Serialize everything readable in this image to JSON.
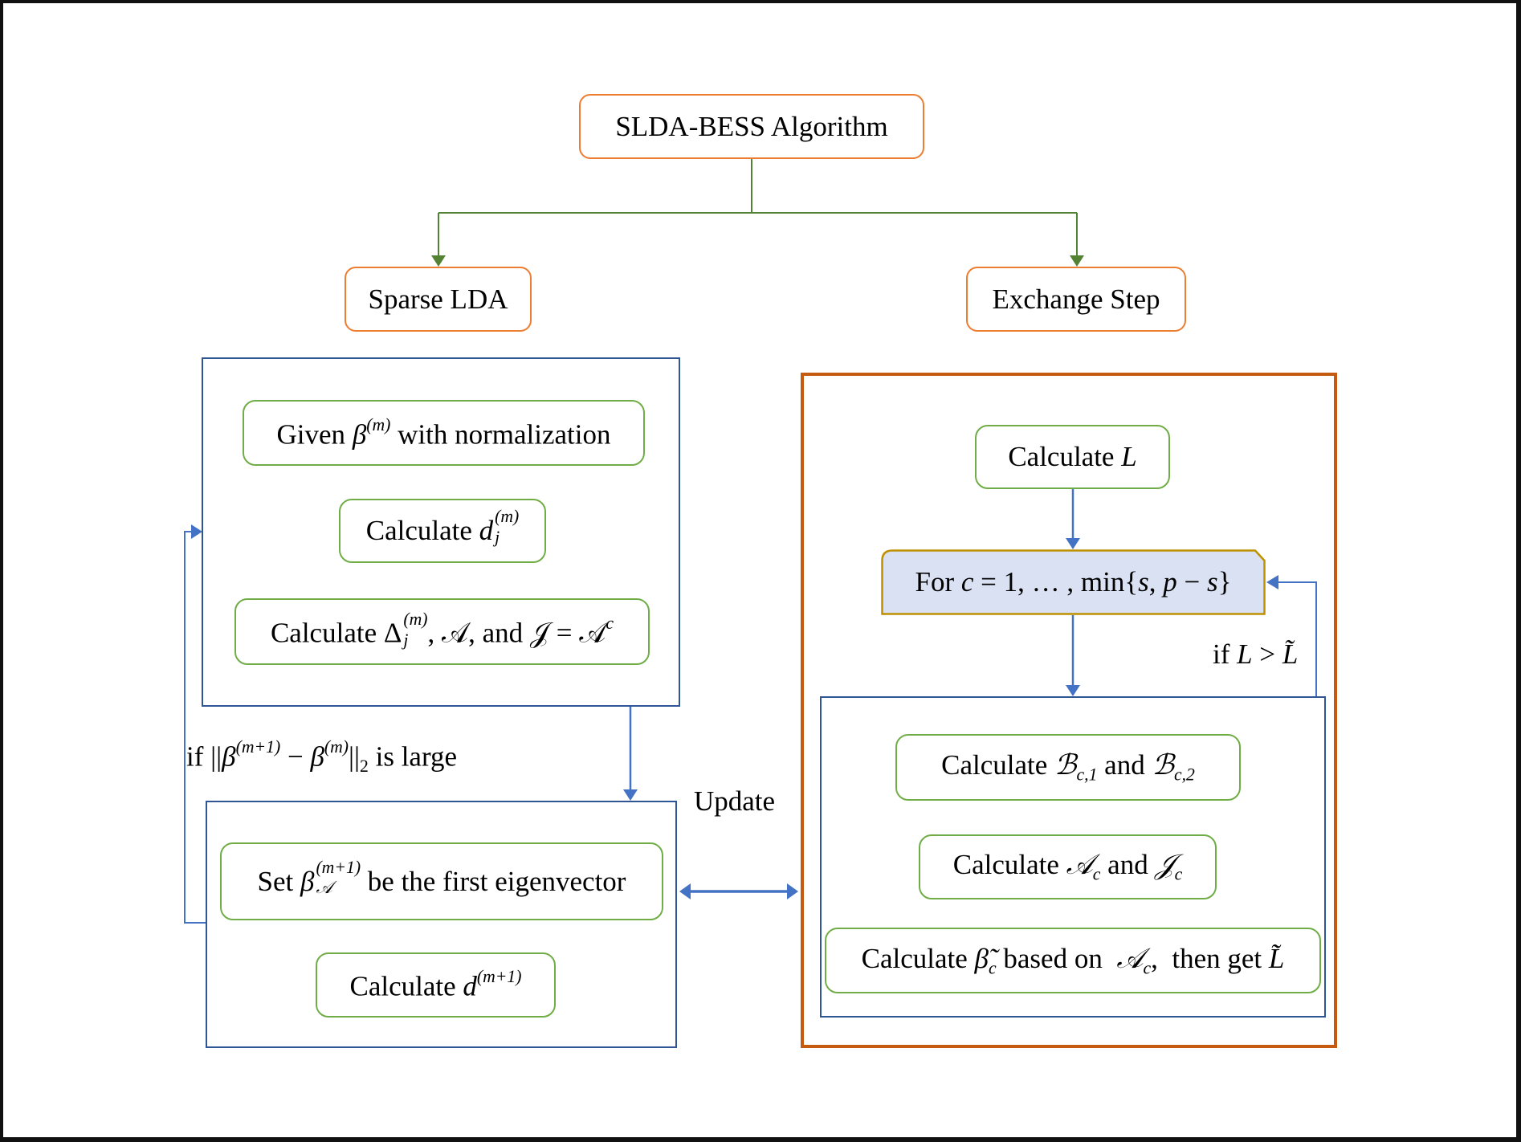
{
  "title": "SLDA-BESS Algorithm",
  "branches": {
    "left": "Sparse LDA",
    "right": "Exchange Step"
  },
  "sparse_lda": {
    "steps": [
      {
        "pre": "Given ",
        "math": "β",
        "sup": "(m)",
        "post": " with normalization"
      },
      {
        "pre": "Calculate ",
        "math": "d",
        "sub": "j",
        "sup": "(m)"
      },
      {
        "pre": "Calculate ",
        "math": "Δ",
        "sub": "j",
        "sup": "(m)",
        "post": ", 𝒜, and 𝒥 = 𝒜",
        "post_sup": "c"
      }
    ],
    "update_steps": [
      {
        "pre": "Set ",
        "math": "β",
        "sub": "𝒜",
        "sup": "(m+1)",
        "post": " be the first eigenvector"
      },
      {
        "pre": "Calculate ",
        "math": "d",
        "sup": "(m+1)"
      }
    ],
    "loop_condition": {
      "pre": "if ||",
      "math1": "β",
      "sup1": "(m+1)",
      "mid": " − ",
      "math2": "β",
      "sup2": "(m)",
      "post": "||",
      "sub": "2",
      "tail": " is large"
    }
  },
  "update_label": "Update",
  "exchange_step": {
    "calc_l": {
      "pre": "Calculate ",
      "math": "L"
    },
    "loop": {
      "pre": "For ",
      "math": "c",
      "post": " = 1, … , min{",
      "s": "s",
      "comma": ", ",
      "p": "p",
      "minus": " − ",
      "s2": "s",
      "close": "}"
    },
    "loop_condition": {
      "pre": "if ",
      "math": "L",
      "op": " > ",
      "math2": "L̃"
    },
    "steps": [
      {
        "pre": "Calculate ",
        "math1": "ℬ",
        "sub1": "c,1",
        "mid": " and ",
        "math2": "ℬ",
        "sub2": "c,2"
      },
      {
        "pre": "Calculate ",
        "math1": "𝒜",
        "sub1": "c",
        "mid": " and ",
        "math2": "𝒥",
        "sub2": "c"
      },
      {
        "pre": "Calculate ",
        "math1": "β̃",
        "sub1": "c",
        "mid": " based on  ",
        "math2": "𝒜",
        "sub2": "c",
        "post": ",  then get ",
        "math3": "L̃"
      }
    ]
  },
  "colors": {
    "orange_border": "#ED7D31",
    "dark_orange_frame": "#C55A11",
    "green_border": "#70AD47",
    "green_connector": "#548235",
    "blue_panel": "#2F5597",
    "blue_arrow": "#4472C4",
    "loop_fill": "#D9E1F2",
    "loop_border": "#BF9000"
  }
}
